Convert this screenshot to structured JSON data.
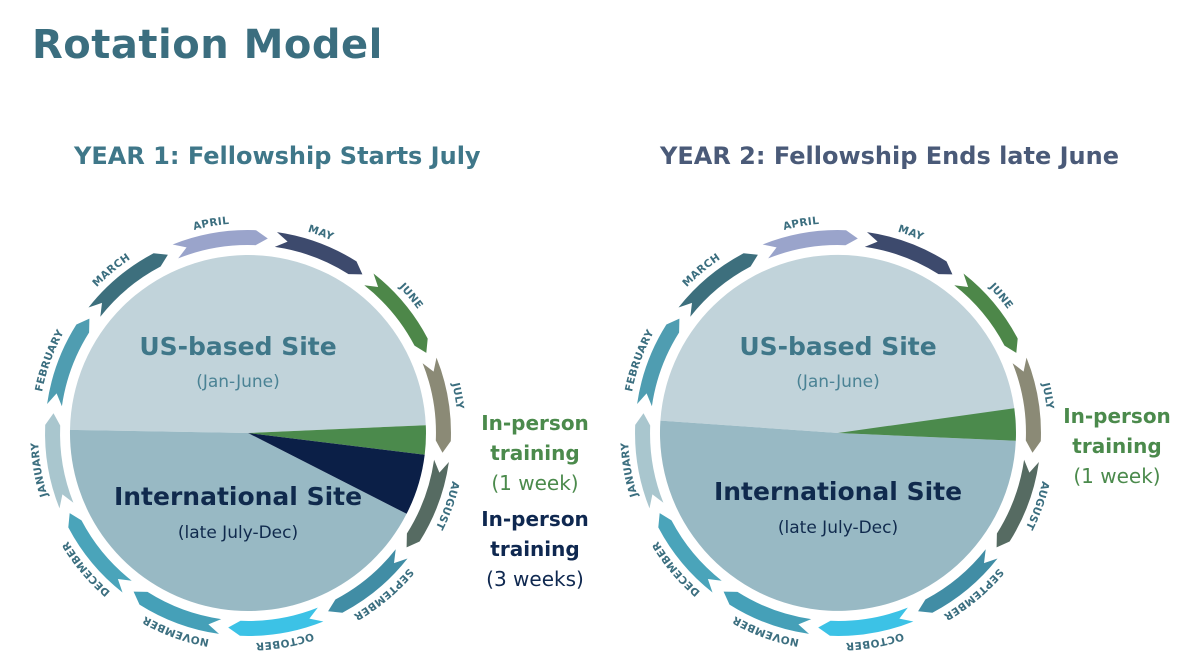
{
  "title": "Rotation Model",
  "colors": {
    "title": "#3b6e7f",
    "us_site": "#c1d3da",
    "intl_site": "#98b9c4",
    "training_green": "#4b8a4c",
    "training_navy": "#0b1f47",
    "month_label": "#3b6e7f"
  },
  "months": [
    {
      "name": "JANUARY",
      "color": "#a9c6ce"
    },
    {
      "name": "FEBRUARY",
      "color": "#4f9db1"
    },
    {
      "name": "MARCH",
      "color": "#3d6f7d"
    },
    {
      "name": "APRIL",
      "color": "#9aa4cb"
    },
    {
      "name": "MAY",
      "color": "#3d4a6d"
    },
    {
      "name": "JUNE",
      "color": "#4d8749"
    },
    {
      "name": "JULY",
      "color": "#8b8a76"
    },
    {
      "name": "AUGUST",
      "color": "#566b62"
    },
    {
      "name": "SEPTEMBER",
      "color": "#418da5"
    },
    {
      "name": "OCTOBER",
      "color": "#3cc2e6"
    },
    {
      "name": "NOVEMBER",
      "color": "#45a0b8"
    },
    {
      "name": "DECEMBER",
      "color": "#4aa4ba"
    }
  ],
  "year1": {
    "title": "YEAR 1: Fellowship Starts July",
    "us_site": {
      "label": "US-based Site",
      "sub": "(Jan-June)"
    },
    "intl_site": {
      "label": "International Site",
      "sub": "(late July-Dec)"
    },
    "training_1": {
      "heading": "In-person\ntraining",
      "sub": "(1 week)"
    },
    "training_3": {
      "heading": "In-person\ntraining",
      "sub": "(3 weeks)"
    }
  },
  "year2": {
    "title": "YEAR 2: Fellowship Ends late June",
    "us_site": {
      "label": "US-based Site",
      "sub": "(Jan-June)"
    },
    "intl_site": {
      "label": "International Site",
      "sub": "(late July-Dec)"
    },
    "training_1": {
      "heading": "In-person\ntraining",
      "sub": "(1 week)"
    }
  }
}
